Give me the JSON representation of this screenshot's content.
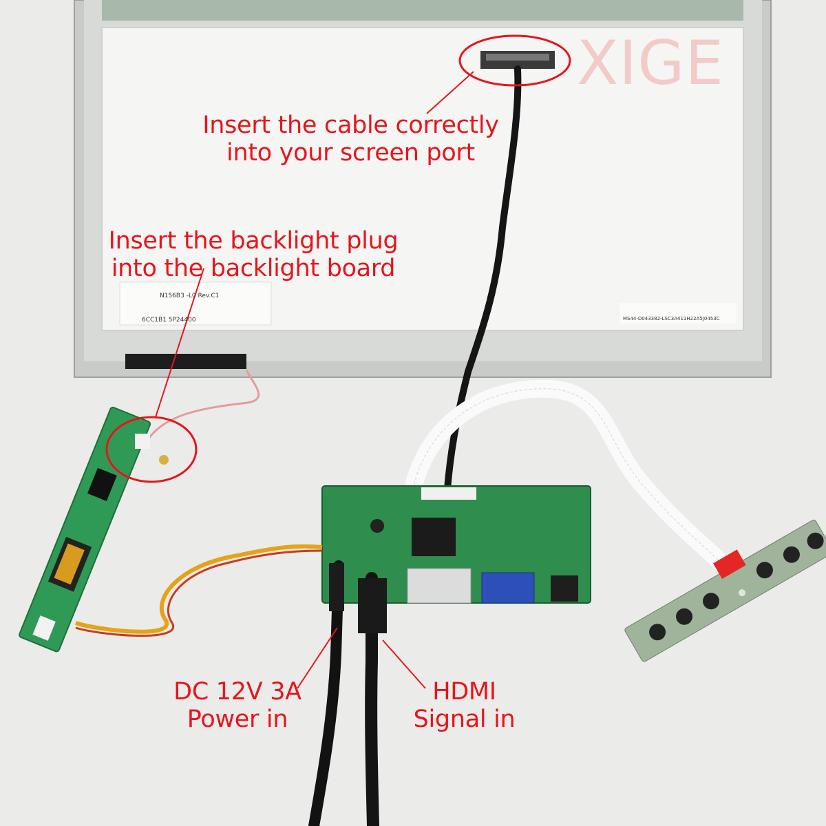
{
  "watermark": "XIGE",
  "panel": {
    "model_label": "N156B3 -L0 Rev.C1",
    "serial_label": "6CC1B1 5P24400",
    "barcode_label": "MS44-D043382-LSC3A411H22A5J0453C"
  },
  "annotations": {
    "screen_port": {
      "line1": "Insert the cable correctly",
      "line2": "into your screen port"
    },
    "backlight": {
      "line1": "Insert the backlight plug",
      "line2": "into the backlight board"
    },
    "power": {
      "line1": "DC 12V 3A",
      "line2": "Power in"
    },
    "hdmi": {
      "line1": "HDMI",
      "line2": "Signal in"
    }
  },
  "colors": {
    "annotation_red": "#e8141b",
    "pcb_green": "#2e8b4a",
    "panel_white": "#f4f5f3",
    "background": "#ececeb"
  }
}
